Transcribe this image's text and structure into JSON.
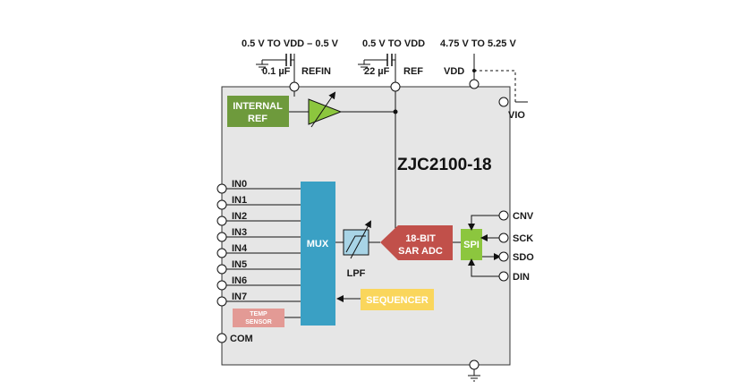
{
  "top_labels": {
    "refin_range": "0.5 V TO VDD – 0.5 V",
    "ref_range": "0.5 V TO VDD",
    "vdd_range": "4.75 V TO 5.25 V",
    "cap_refin": "0.1 µF",
    "cap_ref": "22 µF",
    "refin": "REFIN",
    "ref": "REF",
    "vdd": "VDD"
  },
  "chip_name": "ZJC2100-18",
  "blocks": {
    "internal_ref": [
      "INTERNAL",
      "REF"
    ],
    "mux": "MUX",
    "lpf": "LPF",
    "adc": [
      "18-BIT",
      "SAR ADC"
    ],
    "spi": "SPI",
    "sequencer": "SEQUENCER",
    "temp_sensor": [
      "TEMP",
      "SENSOR"
    ]
  },
  "inputs": [
    "IN0",
    "IN1",
    "IN2",
    "IN3",
    "IN4",
    "IN5",
    "IN6",
    "IN7"
  ],
  "com": "COM",
  "right_pins": [
    "CNV",
    "SCK",
    "SDO",
    "DIN"
  ],
  "vio": "VIO",
  "colors": {
    "internal_ref": "#6e9a3c",
    "mux": "#3aa0c4",
    "adc": "#c1504a",
    "spi": "#8cc63e",
    "sequencer": "#fad65c",
    "temp_sensor": "#e39a95",
    "lpf": "#a8d4e6",
    "chip_fill": "#e6e6e6"
  }
}
